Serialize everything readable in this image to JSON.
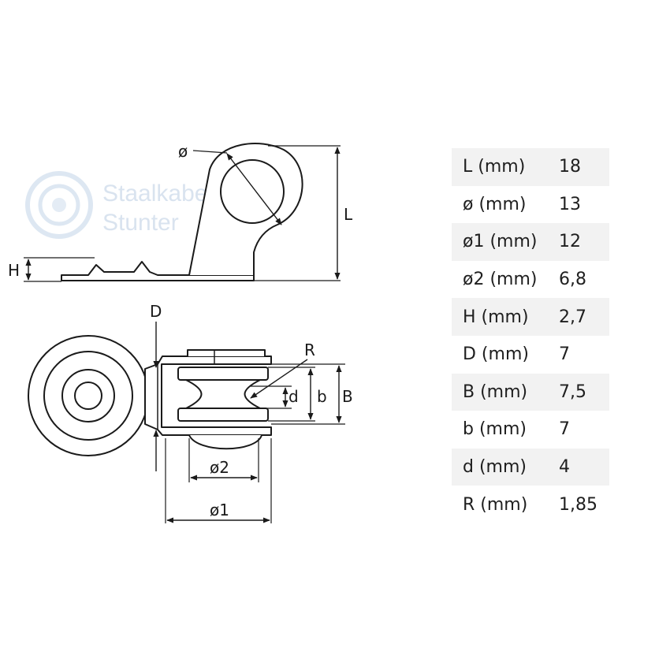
{
  "watermark": {
    "line1": "Staalkabel",
    "line2": "Stunter"
  },
  "dimension_labels": {
    "diameter": "ø",
    "length": "L",
    "height": "H",
    "D": "D",
    "radius": "R",
    "d": "d",
    "b": "b",
    "B": "B",
    "diameter2": "ø2",
    "diameter1": "ø1"
  },
  "specs": [
    {
      "label": "L (mm)",
      "value": "18"
    },
    {
      "label": "ø (mm)",
      "value": "13"
    },
    {
      "label": "ø1 (mm)",
      "value": "12"
    },
    {
      "label": "ø2 (mm)",
      "value": "6,8"
    },
    {
      "label": "H (mm)",
      "value": "2,7"
    },
    {
      "label": "D (mm)",
      "value": "7"
    },
    {
      "label": "B (mm)",
      "value": "7,5"
    },
    {
      "label": "b (mm)",
      "value": "7"
    },
    {
      "label": "d (mm)",
      "value": "4"
    },
    {
      "label": "R (mm)",
      "value": "1,85"
    }
  ]
}
